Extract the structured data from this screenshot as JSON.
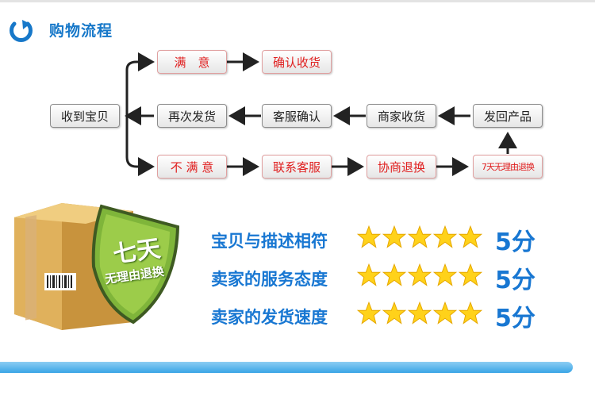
{
  "header": {
    "title": "购物流程",
    "icon": "refresh-icon",
    "accent": "#1778c9"
  },
  "flow": {
    "satisfied": "满　意",
    "confirm_receipt": "确认收货",
    "received": "收到宝贝",
    "resend": "再次发货",
    "service_confirm": "客服确认",
    "merchant_receive": "商家收货",
    "return_product": "发回产品",
    "unsatisfied": "不 满 意",
    "contact_service": "联系客服",
    "negotiate_return": "协商退换",
    "seven_day_return": "7天无理由退换"
  },
  "badge": {
    "line1": "七天",
    "line2": "无理由退换",
    "color": "#6aa032"
  },
  "ratings": [
    {
      "label": "宝贝与描述相符",
      "stars": 5,
      "score": "5分"
    },
    {
      "label": "卖家的服务态度",
      "stars": 5,
      "score": "5分"
    },
    {
      "label": "卖家的发货速度",
      "stars": 5,
      "score": "5分"
    }
  ],
  "colors": {
    "red_text": "#e02020",
    "blue_text": "#1877d2",
    "star": "#ffd21a"
  }
}
